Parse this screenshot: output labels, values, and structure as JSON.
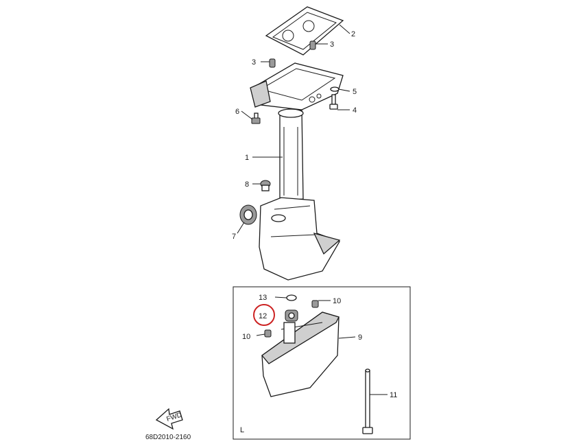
{
  "diagram": {
    "callouts": [
      "1",
      "2",
      "3",
      "3",
      "4",
      "5",
      "6",
      "7",
      "8",
      "9",
      "10",
      "10",
      "11",
      "12",
      "13"
    ],
    "inset_corner_label": "L",
    "diagram_code": "68D2010-2160",
    "fwd_label": "FWD",
    "highlight_color": "#cc2222",
    "highlighted_callout": "12"
  }
}
